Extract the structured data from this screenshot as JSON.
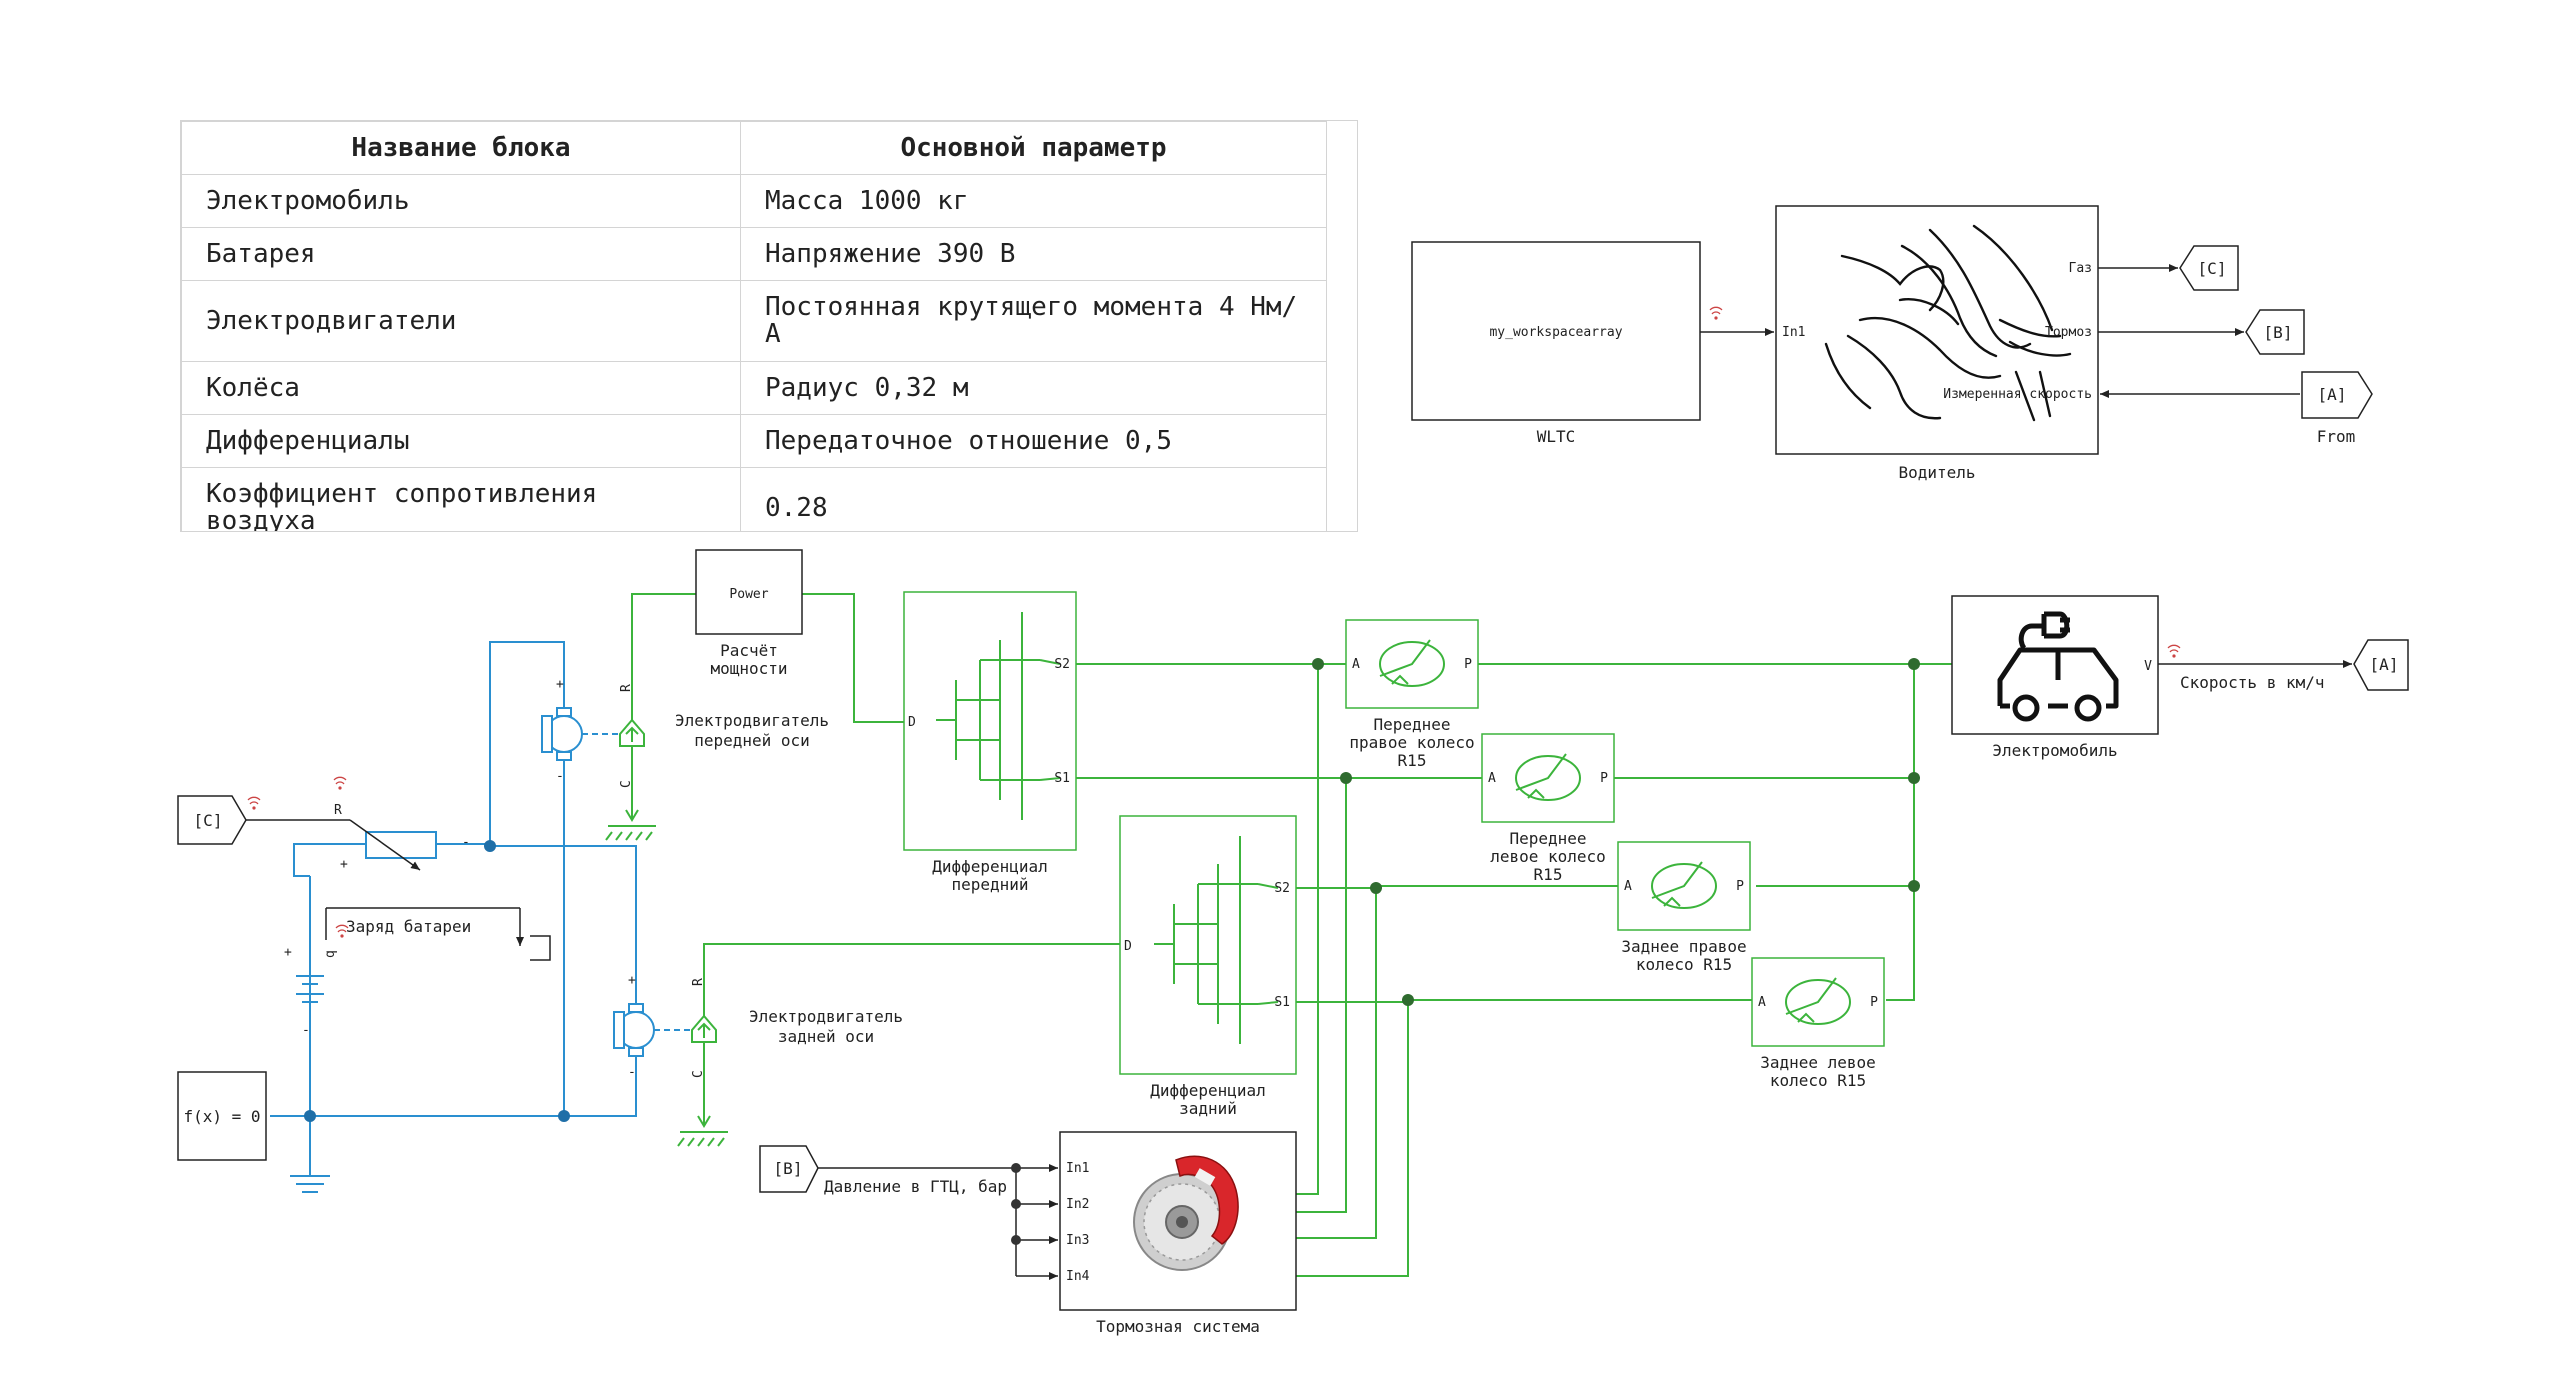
{
  "table": {
    "headers": [
      "Название блока",
      "Основной параметр"
    ],
    "rows": [
      [
        "Электромобиль",
        "Масса 1000 кг"
      ],
      [
        "Батарея",
        "Напряжение 390 В"
      ],
      [
        "Электродвигатели",
        "Постоянная крутящего момента 4 Нм/А"
      ],
      [
        "Колёса",
        "Радиус 0,32 м"
      ],
      [
        "Дифференциалы",
        "Передаточное отношение 0,5"
      ],
      [
        "Коэффициент сопротивления воздуха",
        "0.28"
      ]
    ]
  },
  "diagram": {
    "wltc": {
      "content": "my_workspacearray",
      "label": "WLTC"
    },
    "driver": {
      "label": "Водитель",
      "port_in1": "In1",
      "port_gas": "Газ",
      "port_brake": "Тормоз",
      "port_speed": "Измеренная скорость"
    },
    "goto_c": "[C]",
    "goto_b": "[B]",
    "from_a": "[A]",
    "from_a_label": "From",
    "from_c": "[C]",
    "from_b": "[B]",
    "goto_a2": "[A]",
    "power": {
      "content": "Power",
      "label_1": "Расчёт",
      "label_2": "мощности"
    },
    "motor_front": {
      "label_1": "Электродвигатель",
      "label_2": "передней оси"
    },
    "motor_rear": {
      "label_1": "Электродвигатель",
      "label_2": "задней оси"
    },
    "diff_front": {
      "label_1": "Дифференциал",
      "label_2": "передний",
      "port_d": "D",
      "port_s1": "S1",
      "port_s2": "S2"
    },
    "diff_rear": {
      "label_1": "Дифференциал",
      "label_2": "задний",
      "port_d": "D",
      "port_s1": "S1",
      "port_s2": "S2"
    },
    "wheels": [
      {
        "label_1": "Переднее",
        "label_2": "правое колесо",
        "label_3": "R15"
      },
      {
        "label_1": "Переднее",
        "label_2": "левое колесо",
        "label_3": "R15"
      },
      {
        "label_1": "Заднее правое",
        "label_2": "колесо R15"
      },
      {
        "label_1": "Заднее левое",
        "label_2": "колесо R15"
      }
    ],
    "port_a": "A",
    "port_p": "P",
    "vehicle": {
      "label": "Электромобиль",
      "port_v": "V",
      "speed_label": "Скорость в км/ч"
    },
    "battery_charge": "Заряд батареи",
    "fx": "f(x) = 0",
    "brake_input_label": "Давление в ГТЦ, бар",
    "brake_system": {
      "label": "Тормозная система",
      "ports": [
        "In1",
        "In2",
        "In3",
        "In4"
      ]
    },
    "terminal_r": "R",
    "terminal_c": "C",
    "plus": "+",
    "minus": "-",
    "colors": {
      "physical": "#3cb43c",
      "electrical": "#2a8fd0",
      "signal": "#222222",
      "caliper": "#d9262b"
    }
  }
}
